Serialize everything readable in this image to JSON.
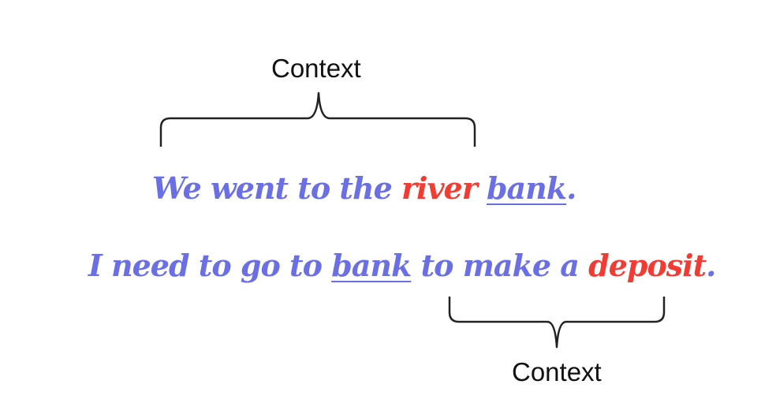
{
  "colors": {
    "text": "#6a6fe6",
    "highlight": "#f23b33",
    "label": "#111111",
    "brace": "#222222"
  },
  "labels": {
    "top": "Context",
    "bottom": "Context"
  },
  "sentence1": [
    {
      "text": "We went to the ",
      "style": "normal"
    },
    {
      "text": "river",
      "style": "highlight"
    },
    {
      "text": " ",
      "style": "normal"
    },
    {
      "text": "bank",
      "style": "underline"
    },
    {
      "text": ".",
      "style": "normal"
    }
  ],
  "sentence2": [
    {
      "text": "I need to go to ",
      "style": "normal"
    },
    {
      "text": "bank",
      "style": "underline"
    },
    {
      "text": " to make a ",
      "style": "normal"
    },
    {
      "text": "deposit",
      "style": "highlight"
    },
    {
      "text": ".",
      "style": "normal"
    }
  ]
}
